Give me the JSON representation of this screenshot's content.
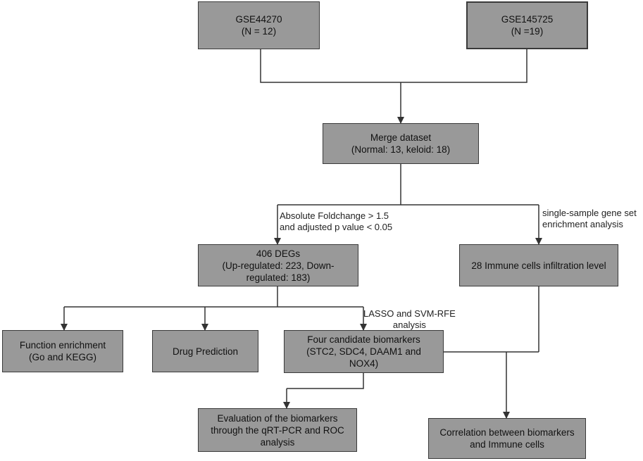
{
  "nodes": {
    "gse44270": {
      "lines": [
        "GSE44270",
        "(N = 12)"
      ]
    },
    "gse145725": {
      "lines": [
        "GSE145725",
        "(N =19)"
      ]
    },
    "merge": {
      "lines": [
        "Merge dataset",
        "(Normal: 13, keloid: 18)"
      ]
    },
    "degs": {
      "lines": [
        "406 DEGs",
        "(Up-regulated: 223, Down-",
        "regulated: 183)"
      ]
    },
    "immune": {
      "lines": [
        "28 Immune cells infiltration level"
      ]
    },
    "function": {
      "lines": [
        "Function enrichment",
        "(Go and KEGG)"
      ]
    },
    "drug": {
      "lines": [
        "Drug Prediction"
      ]
    },
    "biomarkers": {
      "lines": [
        "Four candidate biomarkers",
        "(STC2, SDC4, DAAM1 and",
        "NOX4)"
      ]
    },
    "evaluation": {
      "lines": [
        "Evaluation of the biomarkers",
        "through the qRT-PCR and ROC",
        "analysis"
      ]
    },
    "correlation": {
      "lines": [
        "Correlation between biomarkers",
        "and Immune cells"
      ]
    }
  },
  "edge_labels": {
    "deg_criteria": [
      "Absolute Foldchange > 1.5",
      "and adjusted p value < 0.05"
    ],
    "ssgsea": [
      "single-sample gene set",
      "enrichment analysis"
    ],
    "lasso": [
      "LASSO and SVM-RFE",
      "analysis"
    ]
  }
}
